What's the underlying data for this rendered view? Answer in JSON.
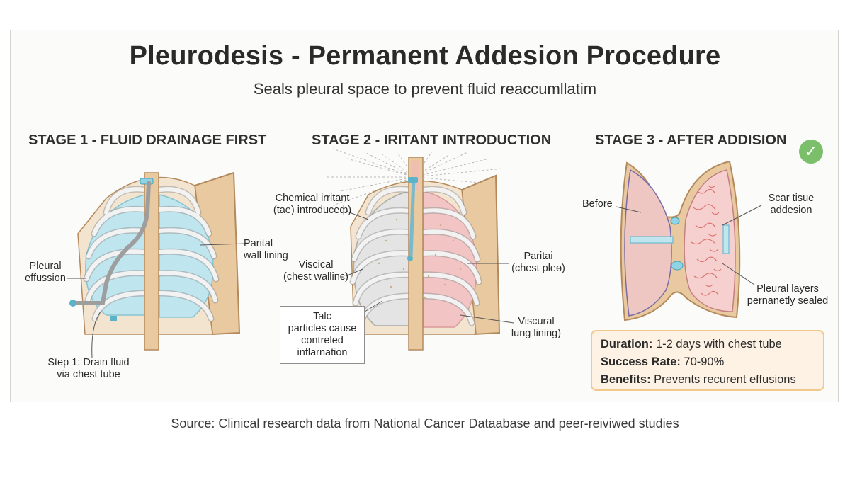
{
  "title": "Pleurodesis - Permanent Addesion Procedure",
  "subtitle": "Seals pleural space to prevent fluid reaccumllatim",
  "stages": [
    {
      "title": "STAGE 1 - FLUID DRAINAGE FIRST",
      "labels": {
        "pleural_effusion": "Pleural\neffussion",
        "parietal_wall": "Parital\nwall lining",
        "step1": "Step 1: Drain fluid\nvia chest tube"
      }
    },
    {
      "title": "STAGE 2 - IRITANT INTRODUCTION",
      "labels": {
        "chemical_irritant": "Chemical irritant\n(tae) introducеф)",
        "visceral_chest": "Viscical\n(chest wallinє)",
        "parietal_chest": "Paritai\n(chest pleө)",
        "visceral_lung": "Viscural\nlung lining)",
        "talc_box": "Talc\nparticles cause\ncontreled\ninflarnation"
      }
    },
    {
      "title": "STAGE 3 - AFTER ADDISION",
      "labels": {
        "before": "Before",
        "scar_tissue": "Scar tisue\naddesion",
        "sealed": "Pleural layers\npernanetly sealed"
      },
      "status_icon": "check-circle-icon"
    }
  ],
  "info": {
    "duration_key": "Duration:",
    "duration_value": " 1-2 days with chest tube",
    "success_key": "Success Rate:",
    "success_value": " 70-90%",
    "benefits_key": "Benefits:",
    "benefits_value": " Prevents recurent effusions",
    "icon": "lungs-icon"
  },
  "source": "Source: Clinical research data from National Cancer Dataabase and peer-reiviwed studies",
  "colors": {
    "skin": "#e8c9a0",
    "skin_stroke": "#b48a5c",
    "fluid": "#bfe6ef",
    "inflamed": "#f2c4c4",
    "rib": "#e9e9e9",
    "rib_stroke": "#9a9a9a",
    "check": "#7bbf6a",
    "info_bg": "#fdf2e3",
    "info_border": "#f0c98a"
  }
}
